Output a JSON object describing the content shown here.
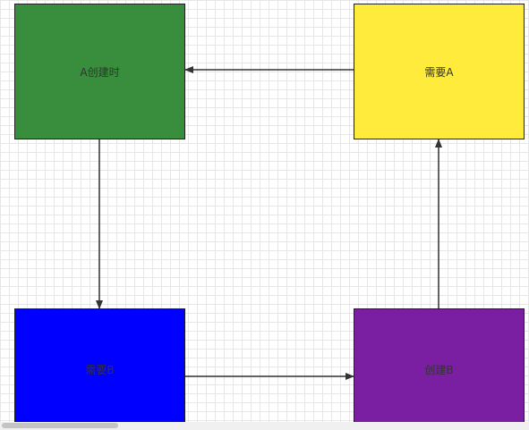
{
  "diagram": {
    "nodes": {
      "a_created": {
        "label": "A创建时",
        "color": "#388e3c"
      },
      "need_a": {
        "label": "需要A",
        "color": "#ffeb3b"
      },
      "need_b": {
        "label": "需要B",
        "color": "#0000ff"
      },
      "create_b": {
        "label": "创建B",
        "color": "#7b1fa2"
      }
    },
    "edge_color": "#333333",
    "edges": [
      {
        "from": "a_created",
        "to": "need_b"
      },
      {
        "from": "need_b",
        "to": "create_b"
      },
      {
        "from": "create_b",
        "to": "need_a"
      },
      {
        "from": "need_a",
        "to": "a_created"
      }
    ]
  }
}
